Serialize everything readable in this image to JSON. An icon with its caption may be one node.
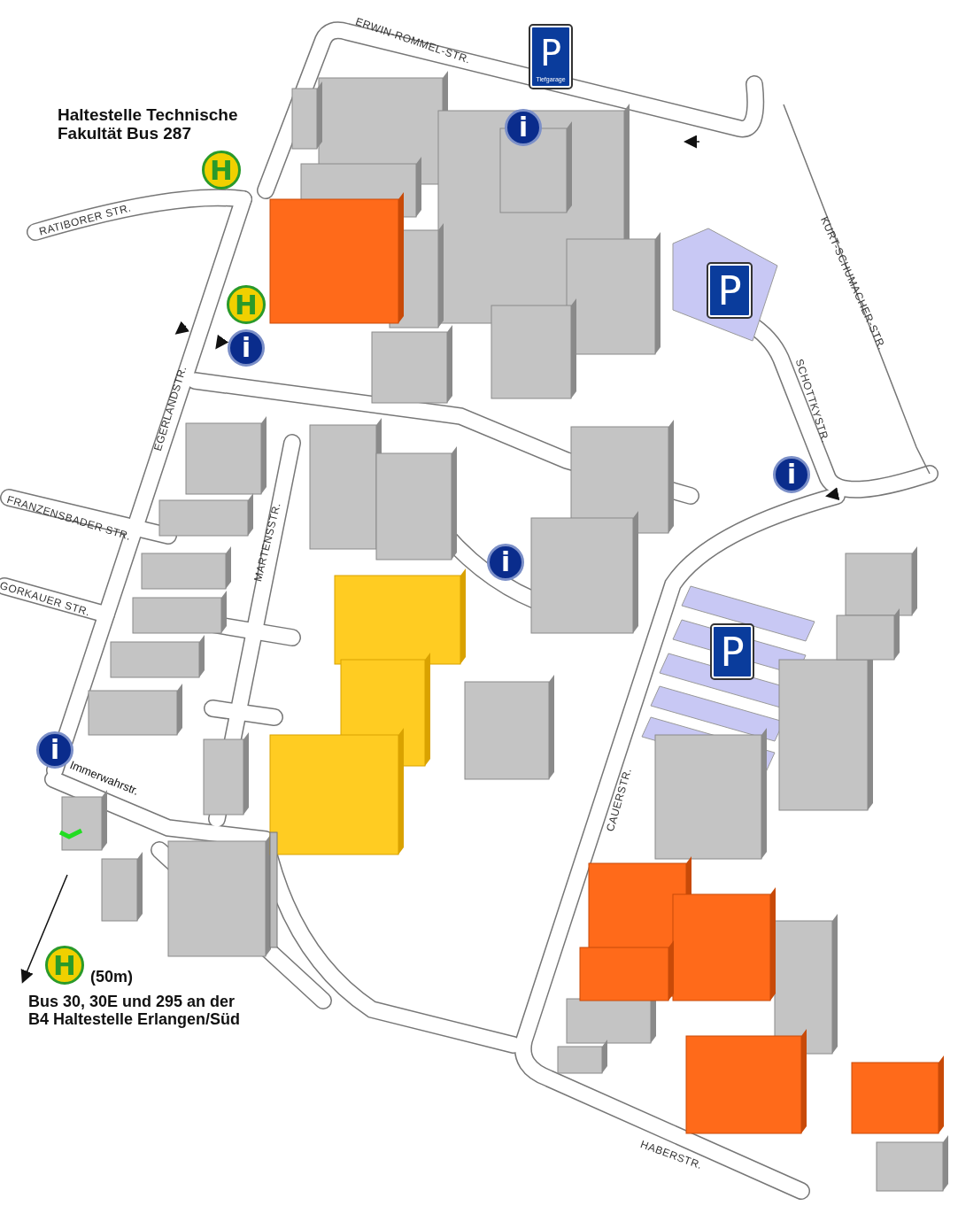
{
  "diagram": {
    "labels": [
      "ERWIN-ROMMEL-STR.",
      "P",
      "Tiefgarage",
      "Haltestelle Technische Fakultät Bus 287",
      "i",
      "H",
      "RATIBORER STR.",
      "KURT-SCHUMACHER-STR.",
      "P",
      "H",
      "i",
      "SCHOTTKYSTR.",
      "EGERLANDSTR.",
      "i",
      "FRANZENSBADER STR.",
      "MARTENSSTR.",
      "i",
      "GORKAUER STR.",
      "P",
      "i",
      "Immerwahrstr.",
      "CAUERSTR.",
      "H",
      "(50m)",
      "Bus 30, 30E und 295 an der B4 Haltestelle Erlangen/Süd",
      "HABERSTR."
    ]
  }
}
